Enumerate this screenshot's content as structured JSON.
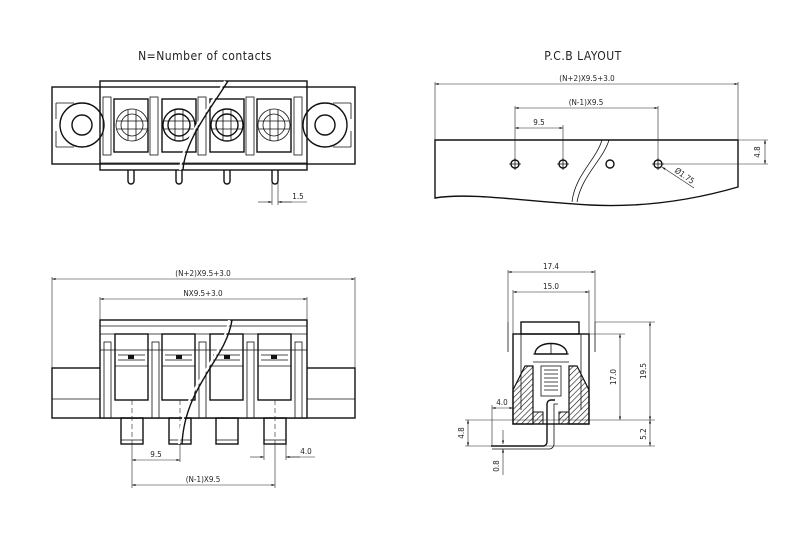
{
  "titles": {
    "top_left": "N=Number of contacts",
    "top_right": "P.C.B LAYOUT"
  },
  "top_view": {
    "contacts": 4,
    "pin_width": "1.5"
  },
  "pcb_layout": {
    "overall": "(N+2)X9.5+3.0",
    "span": "(N-1)X9.5",
    "pitch": "9.5",
    "edge_offset": "4.8",
    "hole_diameter": "Ø1.75"
  },
  "front_view": {
    "overall": "(N+2)X9.5+3.0",
    "body": "NX9.5+3.0",
    "pitch": "9.5",
    "span": "(N-1)X9.5",
    "pin_width": "4.0"
  },
  "side_view": {
    "width_outer": "17.4",
    "width_inner": "15.0",
    "height_body": "17.0",
    "height_total": "19.5",
    "pin_below": "5.2",
    "pin_offset": "4.0",
    "pin_height": "4.8",
    "pin_thickness": "0.8"
  }
}
